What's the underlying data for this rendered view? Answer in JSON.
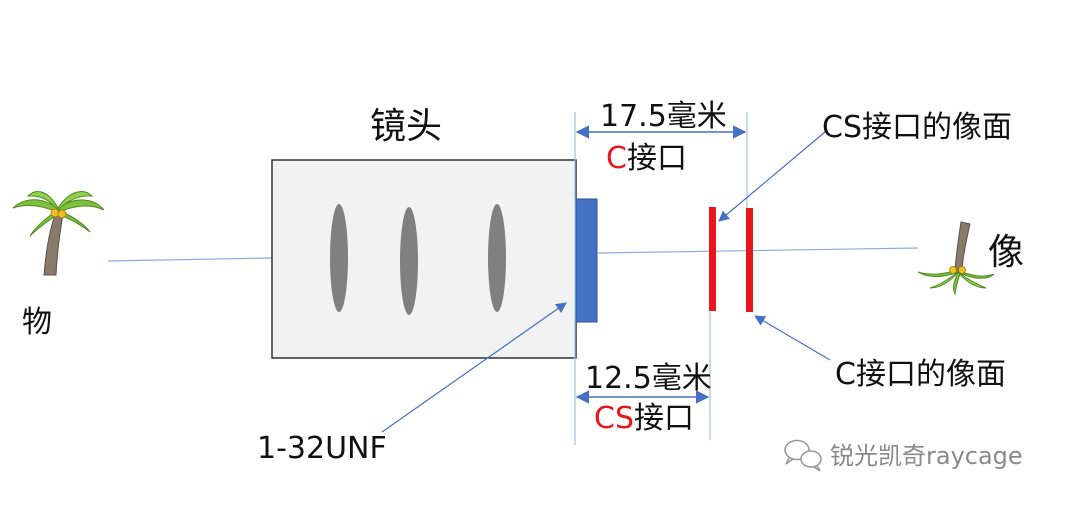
{
  "labels": {
    "object": "物",
    "lens": "镜头",
    "image": "像",
    "thread": "1-32UNF",
    "cs_image_plane": "CS接口的像面",
    "c_image_plane": "C接口的像面"
  },
  "dimensions": {
    "c_distance": "17.5毫米",
    "c_prefix": "C",
    "c_suffix": "接口",
    "cs_distance": "12.5毫米",
    "cs_prefix": "CS",
    "cs_suffix": "接口"
  },
  "watermark": {
    "text": "锐光凯奇raycage",
    "icon": "wechat-icon"
  },
  "colors": {
    "accent_red": "#e8151b",
    "mount_blue": "#4472c4",
    "arrow_blue": "#4472c4",
    "lens_gray": "#7f7f7f",
    "body_fill": "#f2f2f2"
  }
}
